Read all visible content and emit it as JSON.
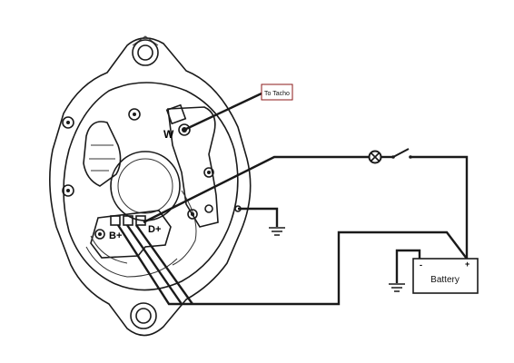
{
  "labels": {
    "to_tacho": "To Tacho",
    "terminal_w": "W",
    "terminal_b_plus": "B+",
    "terminal_d_plus": "D+",
    "battery": "Battery",
    "battery_minus": "-",
    "battery_plus": "+"
  }
}
